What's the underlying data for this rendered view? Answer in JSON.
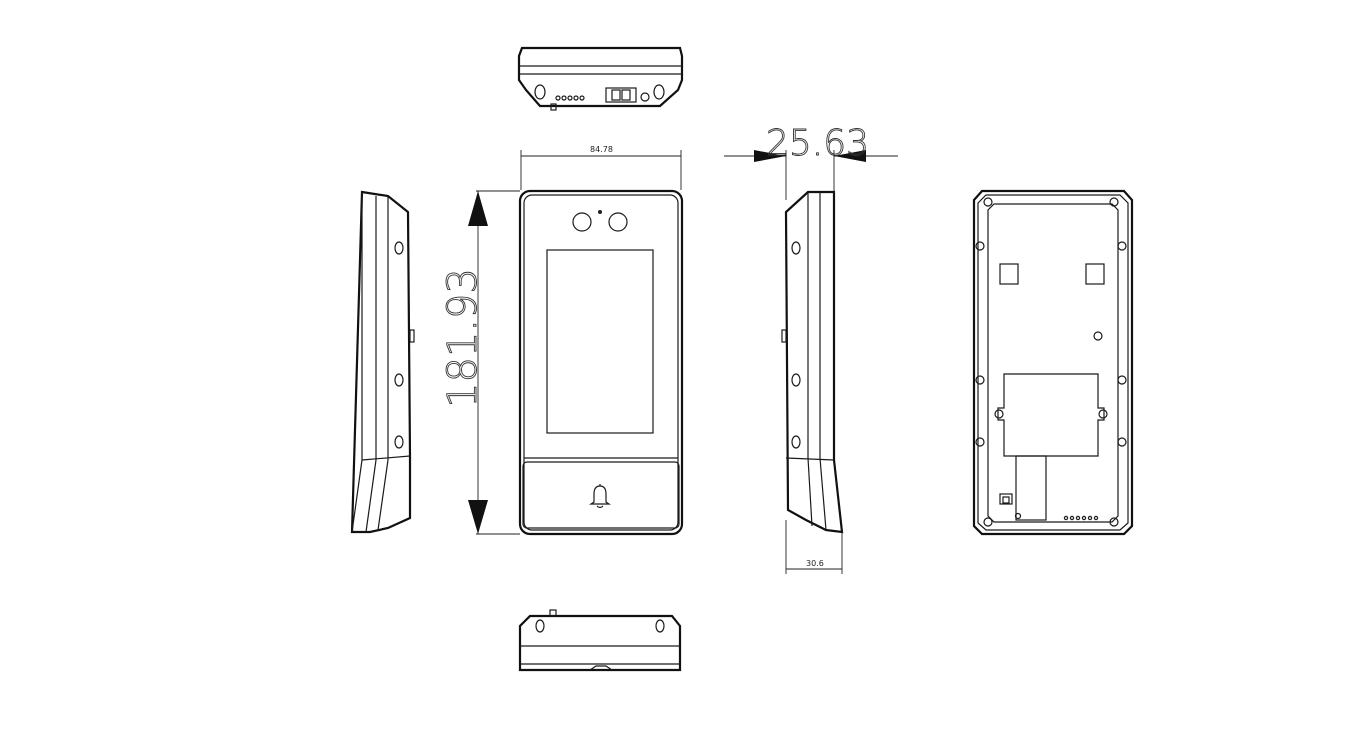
{
  "dimensions": {
    "width": "84.78",
    "height": "181.93",
    "thickness_top": "25.63",
    "thickness_bottom": "30.6"
  },
  "views": {
    "top": "top-view",
    "left": "left-side-view",
    "front": "front-view",
    "right": "right-side-view",
    "back": "back-view",
    "bottom": "bottom-view"
  },
  "icons": {
    "doorbell": "bell-icon"
  }
}
